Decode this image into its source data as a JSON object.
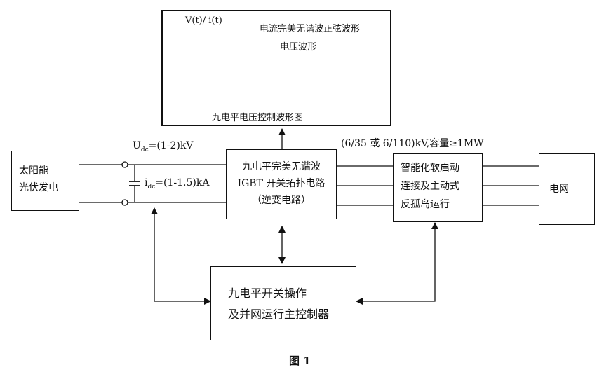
{
  "waveform_panel": {
    "axis_label": "V(t)/ i(t)",
    "sine_label": "电流完美无谐波正弦波形",
    "voltage_label": "电压波形",
    "caption": "九电平电压控制波形图"
  },
  "solar": {
    "line1": "太阳能",
    "line2": "光伏发电"
  },
  "dc_link": {
    "udc_prefix": "U",
    "udc_sub": "dc",
    "udc_value": "=(1-2)kV",
    "idc_prefix": "i",
    "idc_sub": "dc",
    "idc_value": "=(1-1.5)kA"
  },
  "inverter": {
    "line1": "九电平完美无谐波",
    "line2": "IGBT 开关拓扑电路",
    "line3": "（逆变电路）"
  },
  "output_spec": "(6/35 或 6/110)kV,容量≥1MW",
  "soft_start": {
    "line1": "智能化软启动",
    "line2": "连接及主动式",
    "line3": "反孤岛运行"
  },
  "grid": {
    "label": "电网"
  },
  "controller": {
    "line1": "九电平开关操作",
    "line2": "及并网运行主控制器"
  },
  "figure_caption": "图 1",
  "colors": {
    "sine": "#c8102e",
    "steps": "#9a9a9a",
    "line": "#111111"
  }
}
